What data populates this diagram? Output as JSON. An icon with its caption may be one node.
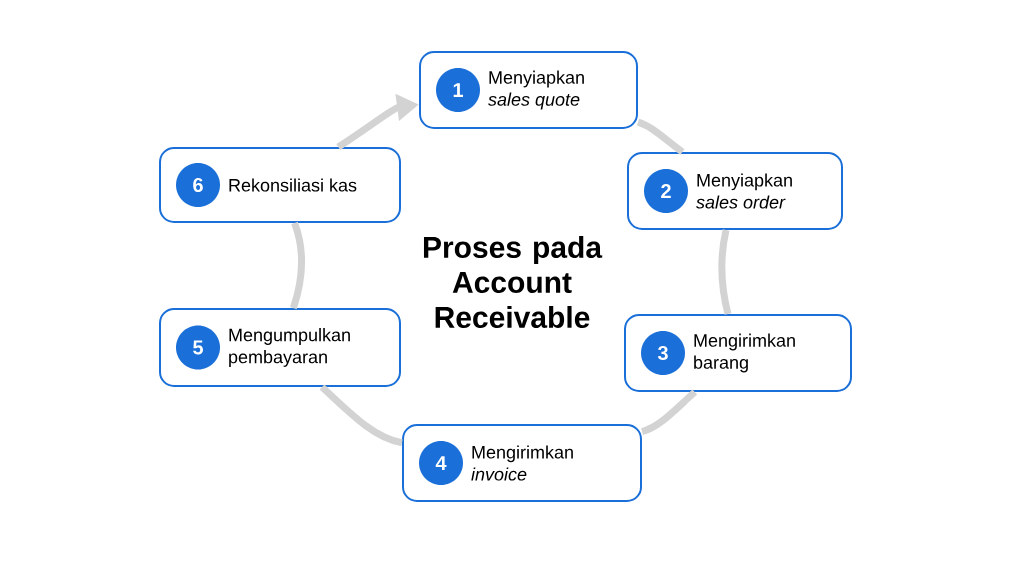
{
  "diagram": {
    "title": "Proses pada Account Receivable",
    "nodes": [
      {
        "text": [
          "1",
          "Menyiapkan *sales quote*"
        ]
      },
      {
        "text": [
          "2",
          "Menyiapkan *sales order*"
        ]
      },
      {
        "text": [
          "3",
          "Mengirimkan barang"
        ]
      },
      {
        "text": [
          "4",
          "Mengirimkan *invoice*"
        ]
      },
      {
        "text": [
          "5",
          "Mengumpulkan pembayaran"
        ]
      },
      {
        "text": [
          "6",
          "Rekonsiliasi kas"
        ]
      }
    ],
    "edges": [
      {
        "from": 0,
        "to": 1,
        "arrow": "none"
      },
      {
        "from": 1,
        "to": 2,
        "arrow": "none"
      },
      {
        "from": 2,
        "to": 3,
        "arrow": "none"
      },
      {
        "from": 3,
        "to": 4,
        "arrow": "none"
      },
      {
        "from": 4,
        "to": 5,
        "arrow": "none"
      },
      {
        "from": 5,
        "to": 0,
        "arrow": "to"
      }
    ]
  }
}
